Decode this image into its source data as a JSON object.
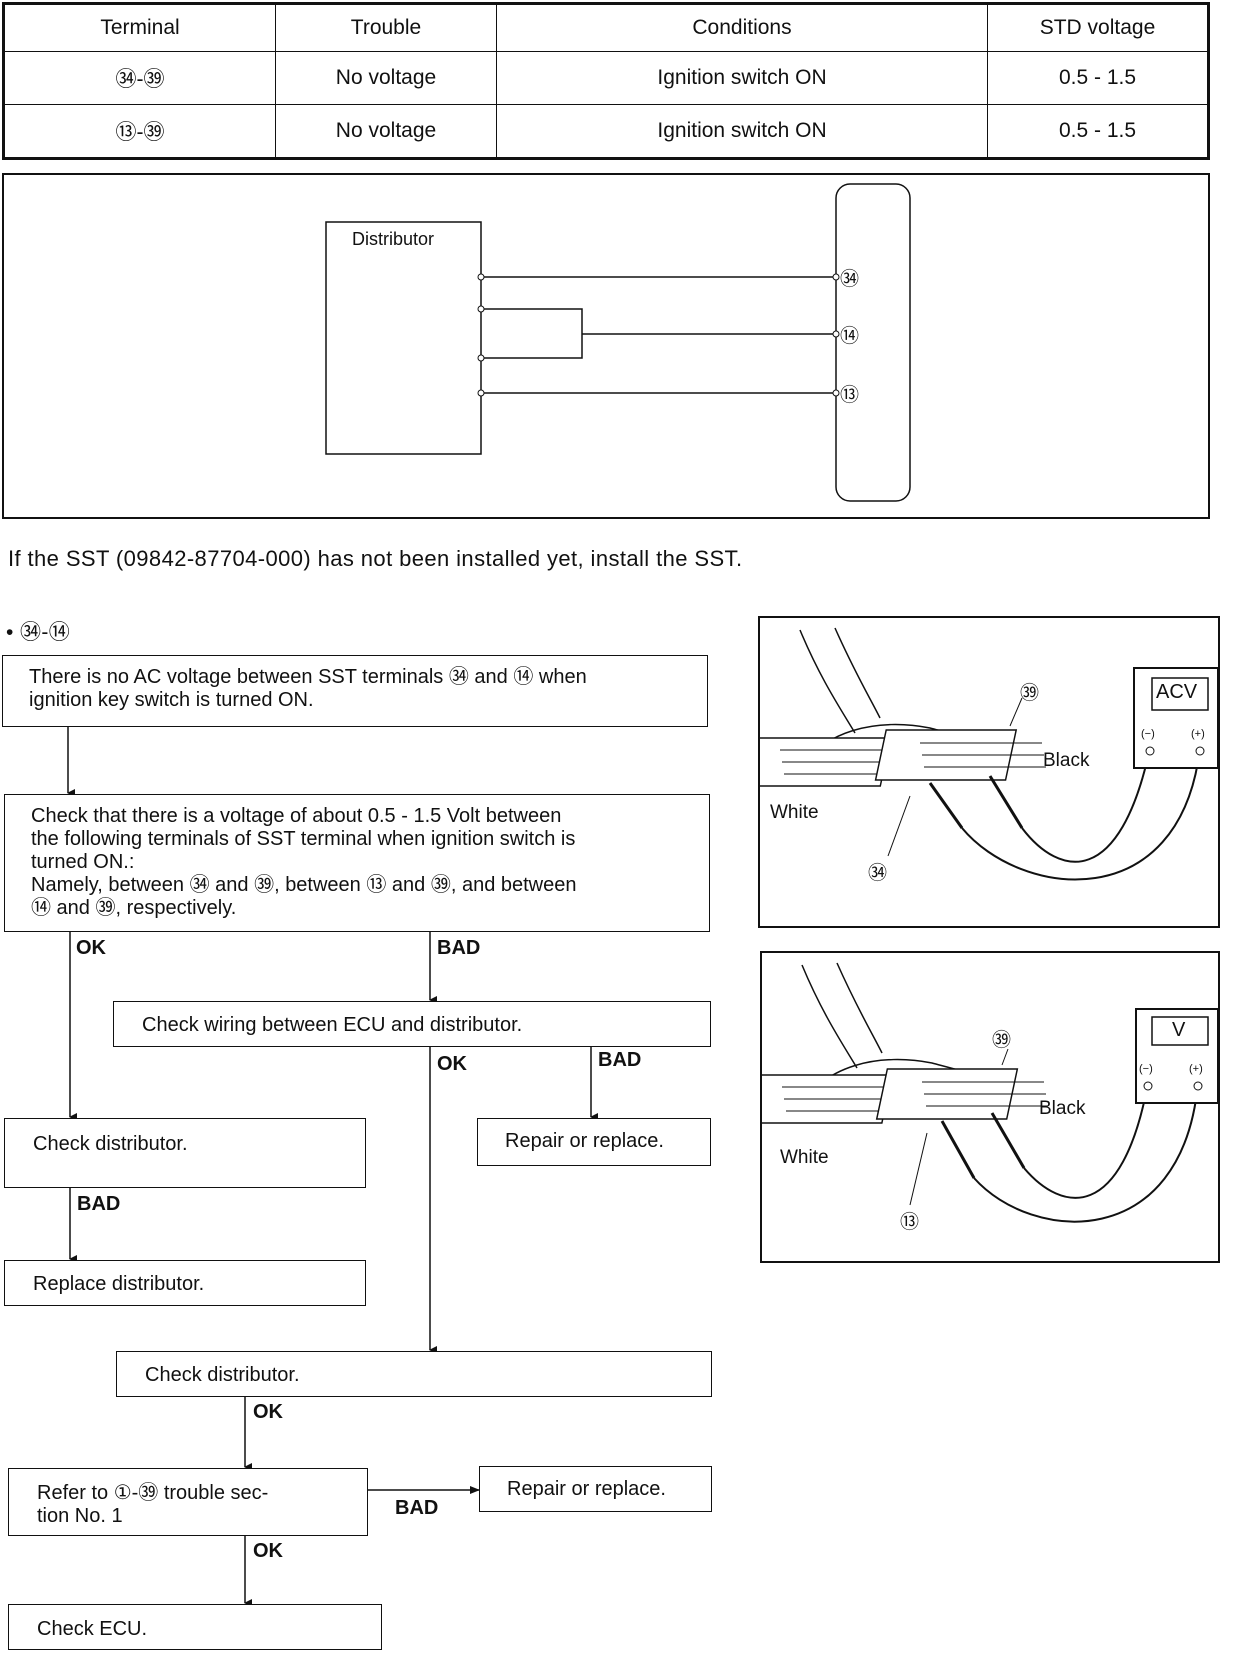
{
  "spec_table": {
    "headers": [
      "Terminal",
      "Trouble",
      "Conditions",
      "STD voltage"
    ],
    "rows": [
      [
        "㉞-㊴",
        "No voltage",
        "Ignition switch ON",
        "0.5 - 1.5"
      ],
      [
        "⑬-㊴",
        "No voltage",
        "Ignition switch ON",
        "0.5 - 1.5"
      ]
    ]
  },
  "wiring": {
    "distributor_label": "Distributor",
    "terminal_34": "㉞",
    "terminal_14": "⑭",
    "terminal_13": "⑬"
  },
  "intro_text": "If the SST (09842-87704-000) has not been installed yet, install the SST.",
  "section_heading": "• ㉞-⑭",
  "flow": {
    "box1": [
      "There is no AC voltage between SST terminals ㉞ and ⑭ when",
      "ignition key switch is turned ON."
    ],
    "box2": [
      "Check that there is a voltage of about 0.5 - 1.5 Volt between",
      "the following terminals of SST terminal when ignition switch is",
      "turned ON.:",
      "Namely, between ㉞ and ㊴, between ⑬ and ㊴, and between",
      "⑭ and ㊴, respectively."
    ],
    "check_wiring": "Check wiring between ECU and distributor.",
    "check_distributor": "Check distributor.",
    "repair_replace": "Repair or replace.",
    "replace_distributor": "Replace distributor.",
    "check_distributor_2": "Check distributor.",
    "refer_to": [
      "Refer to ①-㊴ trouble sec-",
      "tion No. 1"
    ],
    "repair_replace_2": "Repair or replace.",
    "check_ecu": "Check ECU.",
    "ok": "OK",
    "bad": "BAD"
  },
  "photo1": {
    "meter_label": "ACV",
    "black": "Black",
    "white": "White",
    "pin_39": "㊴",
    "pin_34": "㉞",
    "neg": "(−)",
    "pos": "(+)"
  },
  "photo2": {
    "meter_label": "V",
    "black": "Black",
    "white": "White",
    "pin_39": "㊴",
    "pin_13": "⑬",
    "neg": "(−)",
    "pos": "(+)"
  }
}
